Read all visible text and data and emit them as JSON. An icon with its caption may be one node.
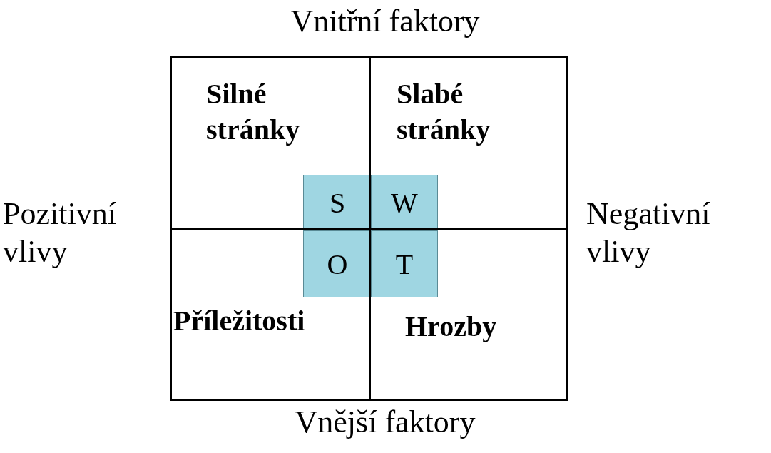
{
  "diagram": {
    "nodes": [
      {
        "text": [
          "Silné stránky"
        ]
      },
      {
        "text": [
          "S"
        ],
        "in": 0
      },
      {
        "text": [
          "Slabé stránky"
        ]
      },
      {
        "text": [
          "W"
        ],
        "in": 2
      },
      {
        "text": [
          "Příležitosti"
        ]
      },
      {
        "text": [
          "O"
        ],
        "in": 4
      },
      {
        "text": [
          "Hrozby"
        ]
      },
      {
        "text": [
          "T"
        ],
        "in": 6
      }
    ],
    "labels": [
      "Vnitřní faktory",
      "Pozitivní vlivy",
      "Negativní vlivy",
      "Vnější faktory"
    ]
  }
}
